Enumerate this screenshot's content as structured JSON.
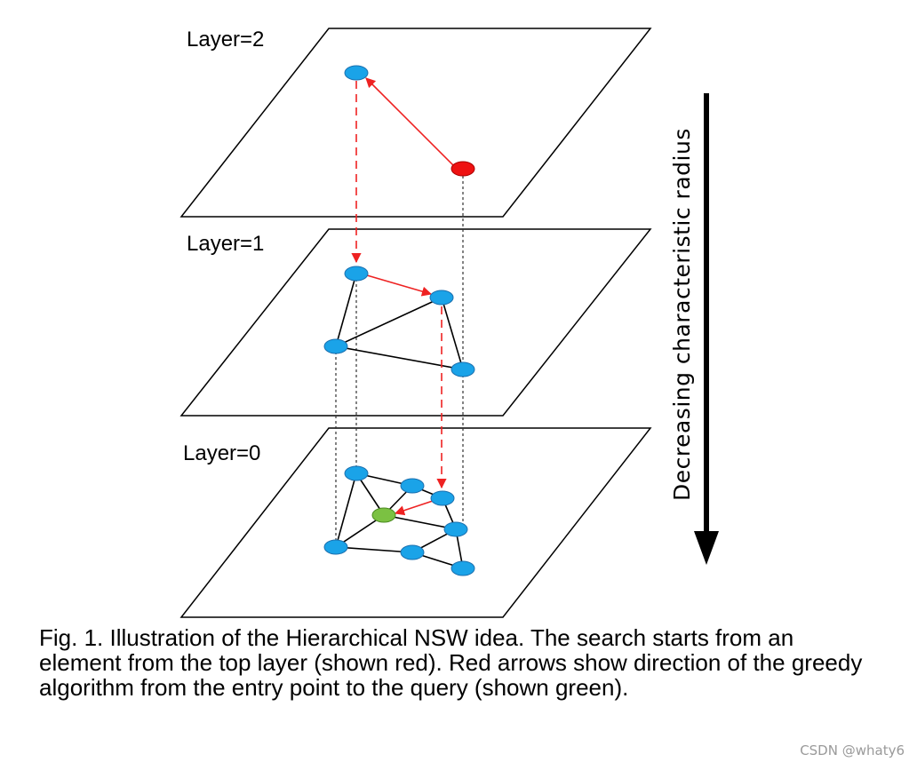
{
  "figure": {
    "layers": [
      {
        "label": "Layer=2"
      },
      {
        "label": "Layer=1"
      },
      {
        "label": "Layer=0"
      }
    ],
    "axis_label": "Decreasing characteristic radius",
    "caption": "Fig. 1. Illustration of the Hierarchical NSW idea. The search starts from an element from the top layer (shown red). Red arrows show direction of the greedy algorithm from the entry point to the query (shown green).",
    "watermark": "CSDN @whaty6"
  },
  "colors": {
    "node_blue": "#1aa3e8",
    "entry_red": "#ee1111",
    "query_green": "#7bc142",
    "arrow_red": "#ee2222",
    "edge_black": "#000000"
  }
}
